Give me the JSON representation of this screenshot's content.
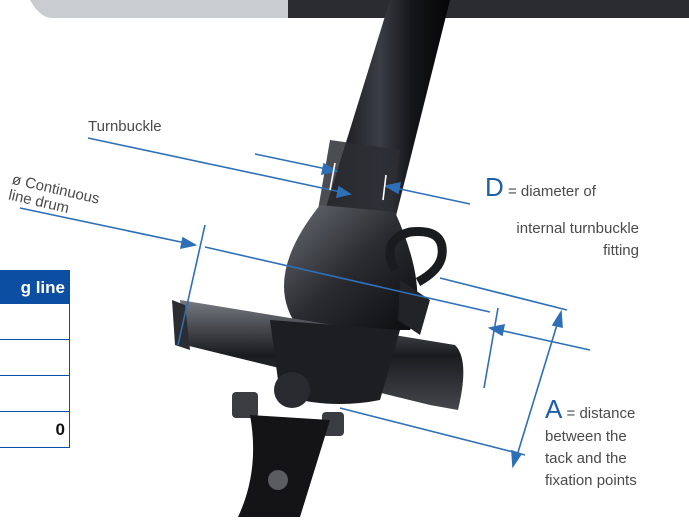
{
  "labels": {
    "turnbuckle": "Turnbuckle",
    "drum_line1": "ø Continuous",
    "drum_line2": "line drum",
    "d_letter": "D",
    "d_text": "= diameter of",
    "d_line2": "internal turnbuckle",
    "d_line3": "fitting",
    "a_letter": "A",
    "a_text": "= distance",
    "a_line2": "between the",
    "a_line3": "tack and the",
    "a_line4": "fixation points"
  },
  "table": {
    "header": "g line",
    "rows": [
      "",
      "",
      "",
      "0"
    ]
  },
  "colors": {
    "dimension_line": "#2f6fb6",
    "table_header": "#0b4ea2",
    "label_text": "#4a4a4a"
  }
}
